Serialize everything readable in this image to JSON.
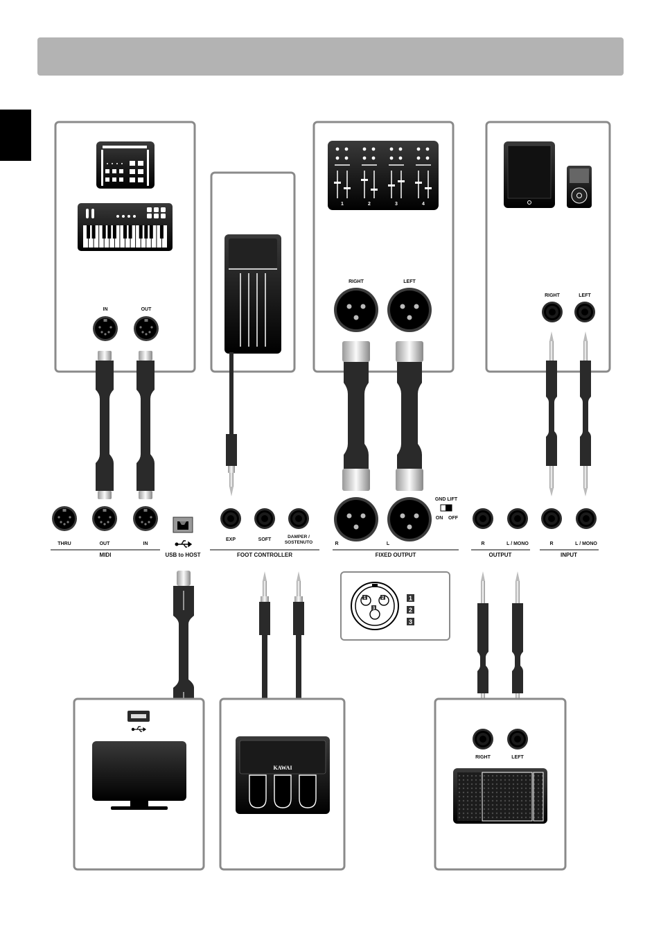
{
  "midi_device": {
    "port_in": "IN",
    "port_out": "OUT"
  },
  "mixer": {
    "channels": [
      "1",
      "2",
      "3",
      "4"
    ],
    "port_right": "RIGHT",
    "port_left": "LEFT"
  },
  "audio_player": {
    "port_right": "RIGHT",
    "port_left": "LEFT"
  },
  "panel": {
    "midi": {
      "thru": "THRU",
      "out": "OUT",
      "in": "IN",
      "group": "MIDI"
    },
    "usb": {
      "group": "USB to HOST"
    },
    "foot": {
      "exp": "EXP",
      "soft": "SOFT",
      "damper": "DAMPER /",
      "sostenuto": "SOSTENUTO",
      "group": "FOOT CONTROLLER"
    },
    "fixed_output": {
      "r": "R",
      "l": "L",
      "gnd_lift": "GND LIFT",
      "on": "ON",
      "off": "OFF",
      "group": "FIXED OUTPUT"
    },
    "output": {
      "r": "R",
      "l_mono": "L / MONO",
      "group": "OUTPUT"
    },
    "input": {
      "r": "R",
      "l_mono": "L / MONO",
      "group": "INPUT"
    }
  },
  "xlr_pinout": {
    "pins": [
      "1",
      "2",
      "3"
    ]
  },
  "pedal_unit": {
    "brand": "KAWAI"
  },
  "speaker": {
    "port_right": "RIGHT",
    "port_left": "LEFT"
  },
  "colors": {
    "header": "#b3b3b3",
    "panel_border": "#8a8a8a",
    "device": "#1a1a1a",
    "cable": "#2a2a2a"
  }
}
